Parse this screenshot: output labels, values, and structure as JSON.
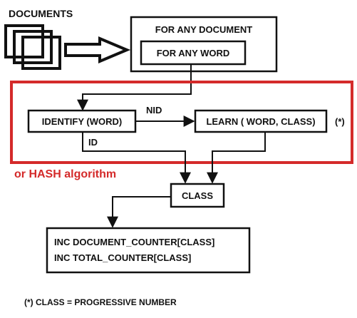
{
  "documents_label": "DOCUMENTS",
  "for_any_document": "FOR ANY DOCUMENT",
  "for_any_word": "FOR ANY WORD",
  "identify": "IDENTIFY (WORD)",
  "nid_label": "NID",
  "learn": "LEARN ( WORD, CLASS)",
  "asterisk_note": "(*)",
  "id_label": "ID",
  "hash_note": "or HASH algorithm",
  "class_label": "CLASS",
  "inc_document_counter": "INC DOCUMENT_COUNTER[CLASS]",
  "inc_total_counter": "INC TOTAL_COUNTER[CLASS]",
  "footnote": "(*) CLASS = PROGRESSIVE NUMBER",
  "colors": {
    "ink": "#111111",
    "highlight": "#d42a2a",
    "background": "#ffffff"
  },
  "icons": {
    "documents": "document-stack-icon",
    "flow": "outline-right-arrow-icon"
  }
}
